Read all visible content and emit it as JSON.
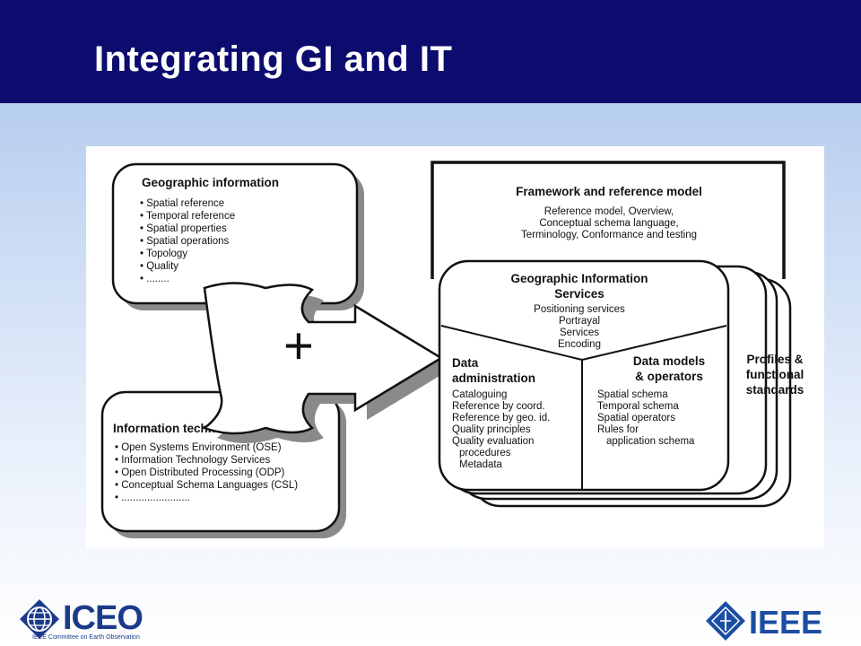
{
  "slide": {
    "title": "Integrating GI and IT"
  },
  "geographic_information": {
    "title": "Geographic information",
    "items": [
      "• Spatial reference",
      "• Temporal reference",
      "• Spatial properties",
      "• Spatial operations",
      "• Topology",
      "• Quality",
      "• ........"
    ]
  },
  "information_technology": {
    "title": "Information technology",
    "items": [
      "• Open Systems Environment (OSE)",
      "• Information Technology Services",
      "• Open Distributed Processing (ODP)",
      "• Conceptual Schema Languages (CSL)",
      "• ........................"
    ]
  },
  "plus_symbol": "+",
  "framework": {
    "title": "Framework and reference model",
    "lines": [
      "Reference model, Overview,",
      "Conceptual schema language,",
      "Terminology, Conformance and testing"
    ]
  },
  "gis_services": {
    "title_lines": [
      "Geographic Information",
      "Services"
    ],
    "items": [
      "Positioning services",
      "Portrayal",
      "Services",
      "Encoding"
    ]
  },
  "data_administration": {
    "title_lines": [
      "Data",
      "administration"
    ],
    "items": [
      "Cataloguing",
      "Reference by coord.",
      "Reference by geo. id.",
      "Quality principles",
      "Quality evaluation",
      "procedures",
      "Metadata"
    ]
  },
  "data_models": {
    "title_lines": [
      "Data models",
      "& operators"
    ],
    "items": [
      "Spatial schema",
      "Temporal schema",
      "Spatial operators",
      "Rules for",
      "application schema"
    ]
  },
  "profiles": {
    "title_lines": [
      "Profiles &",
      "functional",
      "standards"
    ]
  },
  "logos": {
    "iceo_name": "ICEO",
    "iceo_caption": "IEEE Committee on Earth Observation",
    "ieee_name": "IEEE"
  },
  "colors": {
    "title_bar": "#0c0c6e",
    "title_text": "#ffffff",
    "logo_blue": "#1b3a8a"
  }
}
